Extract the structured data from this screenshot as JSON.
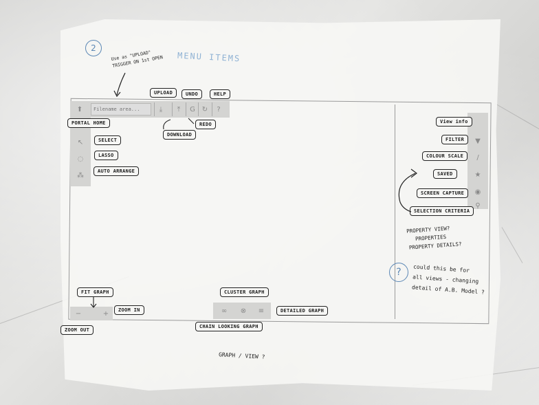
{
  "page_number": "2",
  "title": "MENU ITEMS",
  "upload_note": "Use as \"UPLOAD\" TRIGGER ON 1st OPEN",
  "search_placeholder": "Filename area...",
  "toolbar_glyphs": {
    "portal_home": "⬆",
    "download": "⤓",
    "upload": "⤒",
    "undo": "G",
    "redo": "↻",
    "help": "?",
    "select": "↖",
    "lasso": "◌",
    "auto_arrange": "⁂",
    "filter": "▼",
    "colour_scale": "/",
    "saved": "★",
    "screen_capture": "◉",
    "selection_criteria": "⚲",
    "zoom_out": "−",
    "zoom_in": "+",
    "chain_graph": "∞",
    "cluster_graph": "⊗",
    "detailed_graph": "≡"
  },
  "labels": {
    "upload": "UPLOAD",
    "undo": "UNDO",
    "help": "HELP",
    "portal_home": "PORTAL HOME",
    "download": "DOWNLOAD",
    "redo": "REDO",
    "select": "SELECT",
    "lasso": "LASSO",
    "auto_arrange": "AUTO ARRANGE",
    "view_info": "View info",
    "filter": "FILTER",
    "colour_scale": "COLOUR SCALE",
    "saved": "SAVED",
    "screen_capture": "SCREEN CAPTURE",
    "selection_criteria": "SELECTION CRITERIA",
    "fit_graph": "FIT GRAPH",
    "zoom_in": "ZOOM IN",
    "zoom_out": "ZOOM OUT",
    "cluster_graph": "CLUSTER GRAPH",
    "chain_graph": "CHAIN LOOKING GRAPH",
    "detailed_graph": "DETAILED GRAPH"
  },
  "property_notes": [
    "PROPERTY VIEW?",
    "PROPERTIES",
    "PROPERTY DETAILS?"
  ],
  "question_mark": "?",
  "question_text": [
    "could this be for",
    "all views - changing",
    "detail of A.B. Model ?"
  ],
  "footer": "GRAPH / VIEW ?"
}
